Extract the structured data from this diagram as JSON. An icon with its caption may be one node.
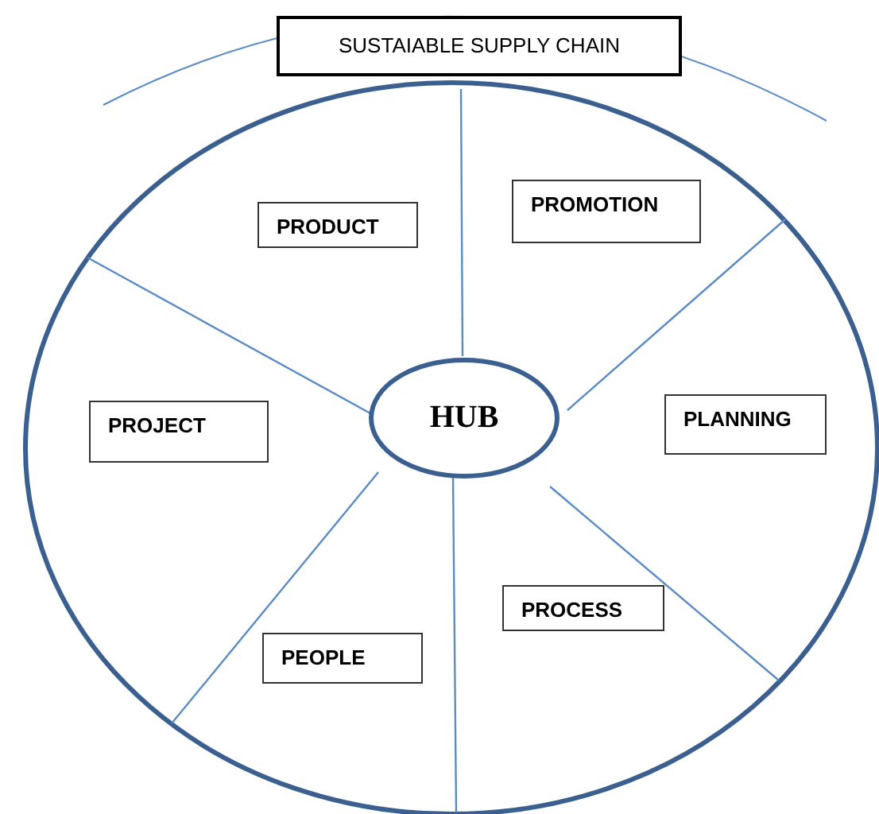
{
  "diagram": {
    "nodes": [
      {
        "text": [
          "SUSTAIABLE SUPPLY CHAIN"
        ]
      },
      {
        "text": [
          "PRODUCT"
        ]
      },
      {
        "text": [
          "PROMOTION"
        ]
      },
      {
        "text": [
          "PROJECT"
        ]
      },
      {
        "text": [
          "HUB"
        ]
      },
      {
        "text": [
          "PLANNING"
        ]
      },
      {
        "text": [
          "PROCESS"
        ]
      },
      {
        "text": [
          "PEOPLE"
        ]
      }
    ]
  }
}
